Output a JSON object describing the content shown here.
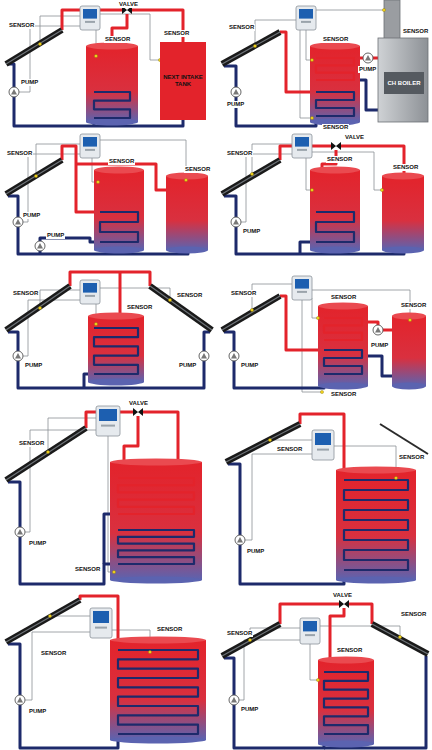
{
  "diagram": {
    "nodes": [
      {
        "text": [
          "NEXT INTAKE TANK"
        ]
      },
      {
        "text": [
          "CH BOILER"
        ]
      }
    ],
    "labels": [
      "SENSOR",
      "VALVE",
      "SENSOR",
      "SENSOR",
      "PUMP",
      "SENSOR",
      "SENSOR",
      "SENSOR",
      "PUMP",
      "PUMP",
      "SENSOR",
      "SENSOR",
      "SENSOR",
      "SENSOR",
      "PUMP",
      "PUMP",
      "SENSOR",
      "VALVE",
      "SENSOR",
      "SENSOR",
      "PUMP",
      "SENSOR",
      "SENSOR",
      "SENSOR",
      "PUMP",
      "PUMP",
      "SENSOR",
      "SENSOR",
      "SENSOR",
      "PUMP",
      "PUMP",
      "SENSOR",
      "SENSOR",
      "VALVE",
      "PUMP",
      "SENSOR",
      "SENSOR",
      "SENSOR",
      "PUMP",
      "SENSOR",
      "SENSOR",
      "PUMP",
      "SENSOR",
      "VALVE",
      "SENSOR",
      "PUMP",
      "SENSOR"
    ]
  }
}
